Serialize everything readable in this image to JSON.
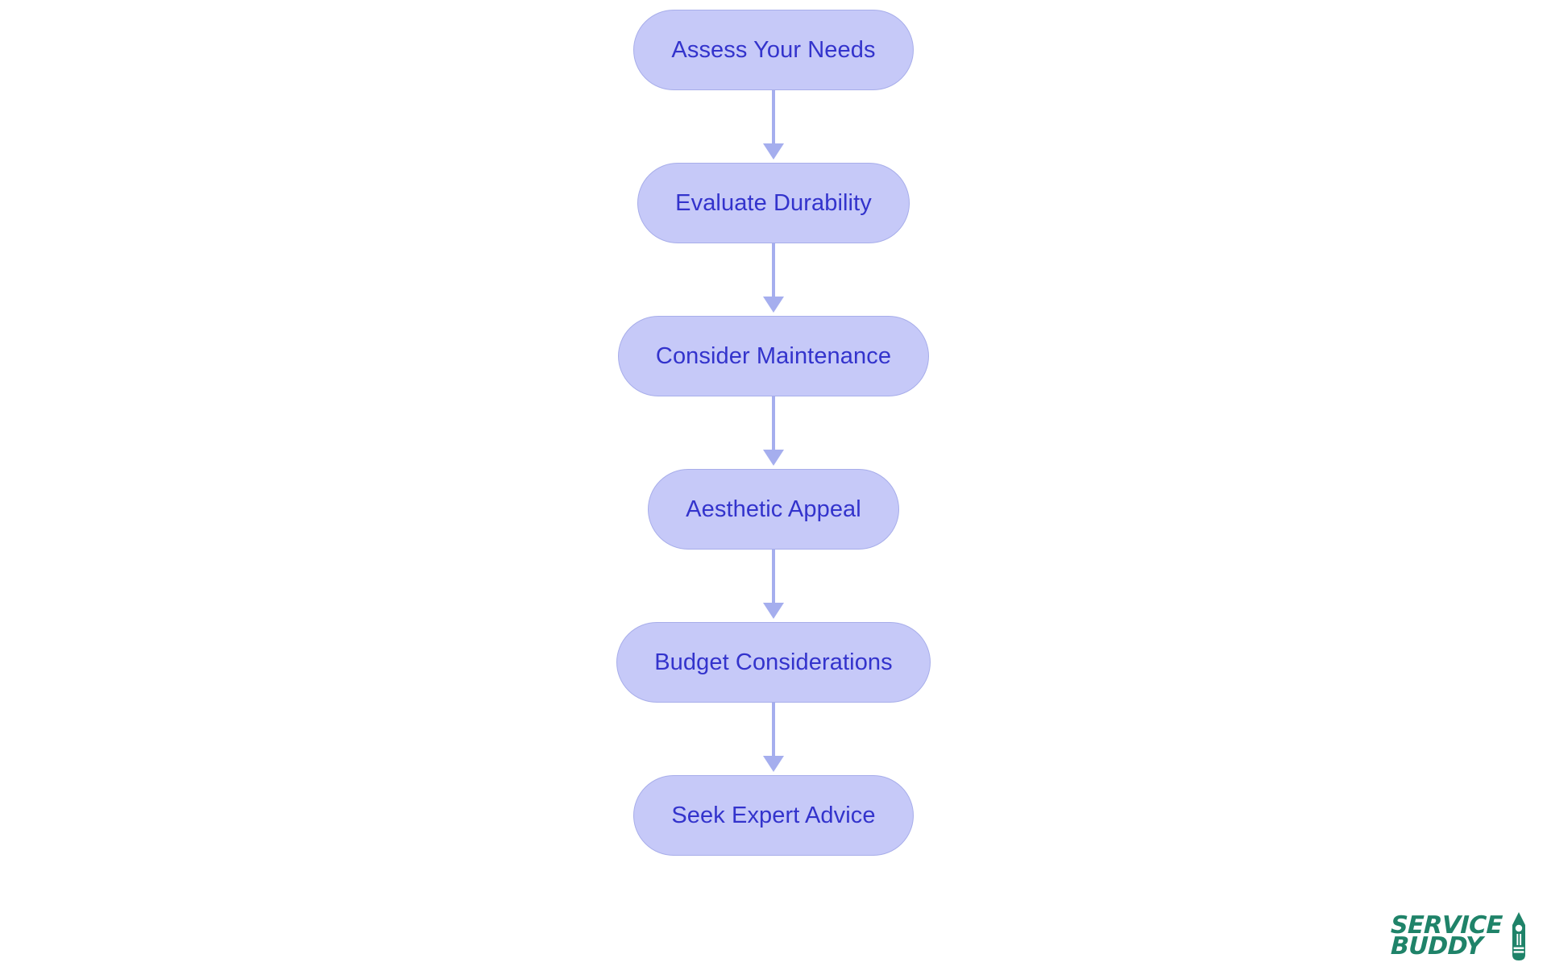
{
  "chart_data": {
    "type": "diagram",
    "diagram_type": "flowchart",
    "orientation": "vertical-top-to-bottom",
    "title": "",
    "node_count": 6,
    "edge_count": 5,
    "nodes": [
      {
        "id": "n1",
        "label": "Assess Your Needs"
      },
      {
        "id": "n2",
        "label": "Evaluate Durability"
      },
      {
        "id": "n3",
        "label": "Consider Maintenance"
      },
      {
        "id": "n4",
        "label": "Aesthetic Appeal"
      },
      {
        "id": "n5",
        "label": "Budget Considerations"
      },
      {
        "id": "n6",
        "label": "Seek Expert Advice"
      }
    ],
    "edges": [
      {
        "from": "n1",
        "to": "n2",
        "label": ""
      },
      {
        "from": "n2",
        "to": "n3",
        "label": ""
      },
      {
        "from": "n3",
        "to": "n4",
        "label": ""
      },
      {
        "from": "n4",
        "to": "n5",
        "label": ""
      },
      {
        "from": "n5",
        "to": "n6",
        "label": ""
      }
    ],
    "colors": {
      "node_fill": "#c6c9f8",
      "node_border": "#a8aeea",
      "node_text": "#3333cc",
      "edge": "#a5aeee",
      "background": "#ffffff",
      "brand": "#1f8369"
    }
  },
  "flowchart": {
    "nodes": [
      {
        "label": "Assess Your Needs"
      },
      {
        "label": "Evaluate Durability"
      },
      {
        "label": "Consider Maintenance"
      },
      {
        "label": "Aesthetic Appeal"
      },
      {
        "label": "Budget Considerations"
      },
      {
        "label": "Seek Expert Advice"
      }
    ]
  },
  "branding": {
    "line1": "SERVICE",
    "line2": "BUDDY",
    "icon": "pencil-icon"
  }
}
